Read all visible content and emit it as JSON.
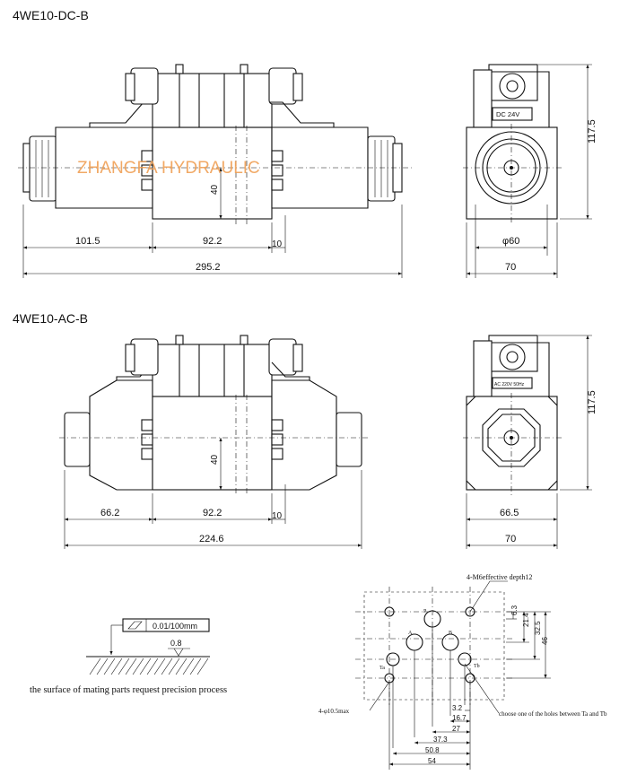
{
  "top_view": {
    "title": "4WE10-DC-B",
    "dim_left": "101.5",
    "dim_mid": "92.2",
    "dim_right": "10",
    "dim_height": "40",
    "dim_total": "295.2"
  },
  "top_side": {
    "label_box": "DC  24V",
    "dim_dia": "φ60",
    "dim_width": "70",
    "dim_height": "117.5"
  },
  "watermark": "ZHANGFA HYDRAULIC",
  "ac_view": {
    "title": "4WE10-AC-B",
    "dim_left": "66.2",
    "dim_mid": "92.2",
    "dim_right": "10",
    "dim_height": "40",
    "dim_total": "224.6"
  },
  "ac_side": {
    "label_box": "AC 220V 50Hz",
    "dim_inner": "66.5",
    "dim_width": "70",
    "dim_height": "117.5"
  },
  "surface": {
    "flatness": "0.01/100mm",
    "roughness": "0.8",
    "note": "the surface of mating parts request precision process"
  },
  "mount": {
    "thread_note": "4-M6effective depth12",
    "hole_note": "4-φ10.5max",
    "choose_note": "choose one of the holes between Ta and Tb",
    "ports": {
      "p": "P",
      "a": "A",
      "b": "B",
      "ta": "Ta",
      "tb": "Tb"
    },
    "v_dims": [
      "6.3",
      "21.4",
      "32.5",
      "46"
    ],
    "h_dims": [
      "3.2",
      "16.7",
      "27",
      "37.3",
      "50.8",
      "54"
    ]
  }
}
